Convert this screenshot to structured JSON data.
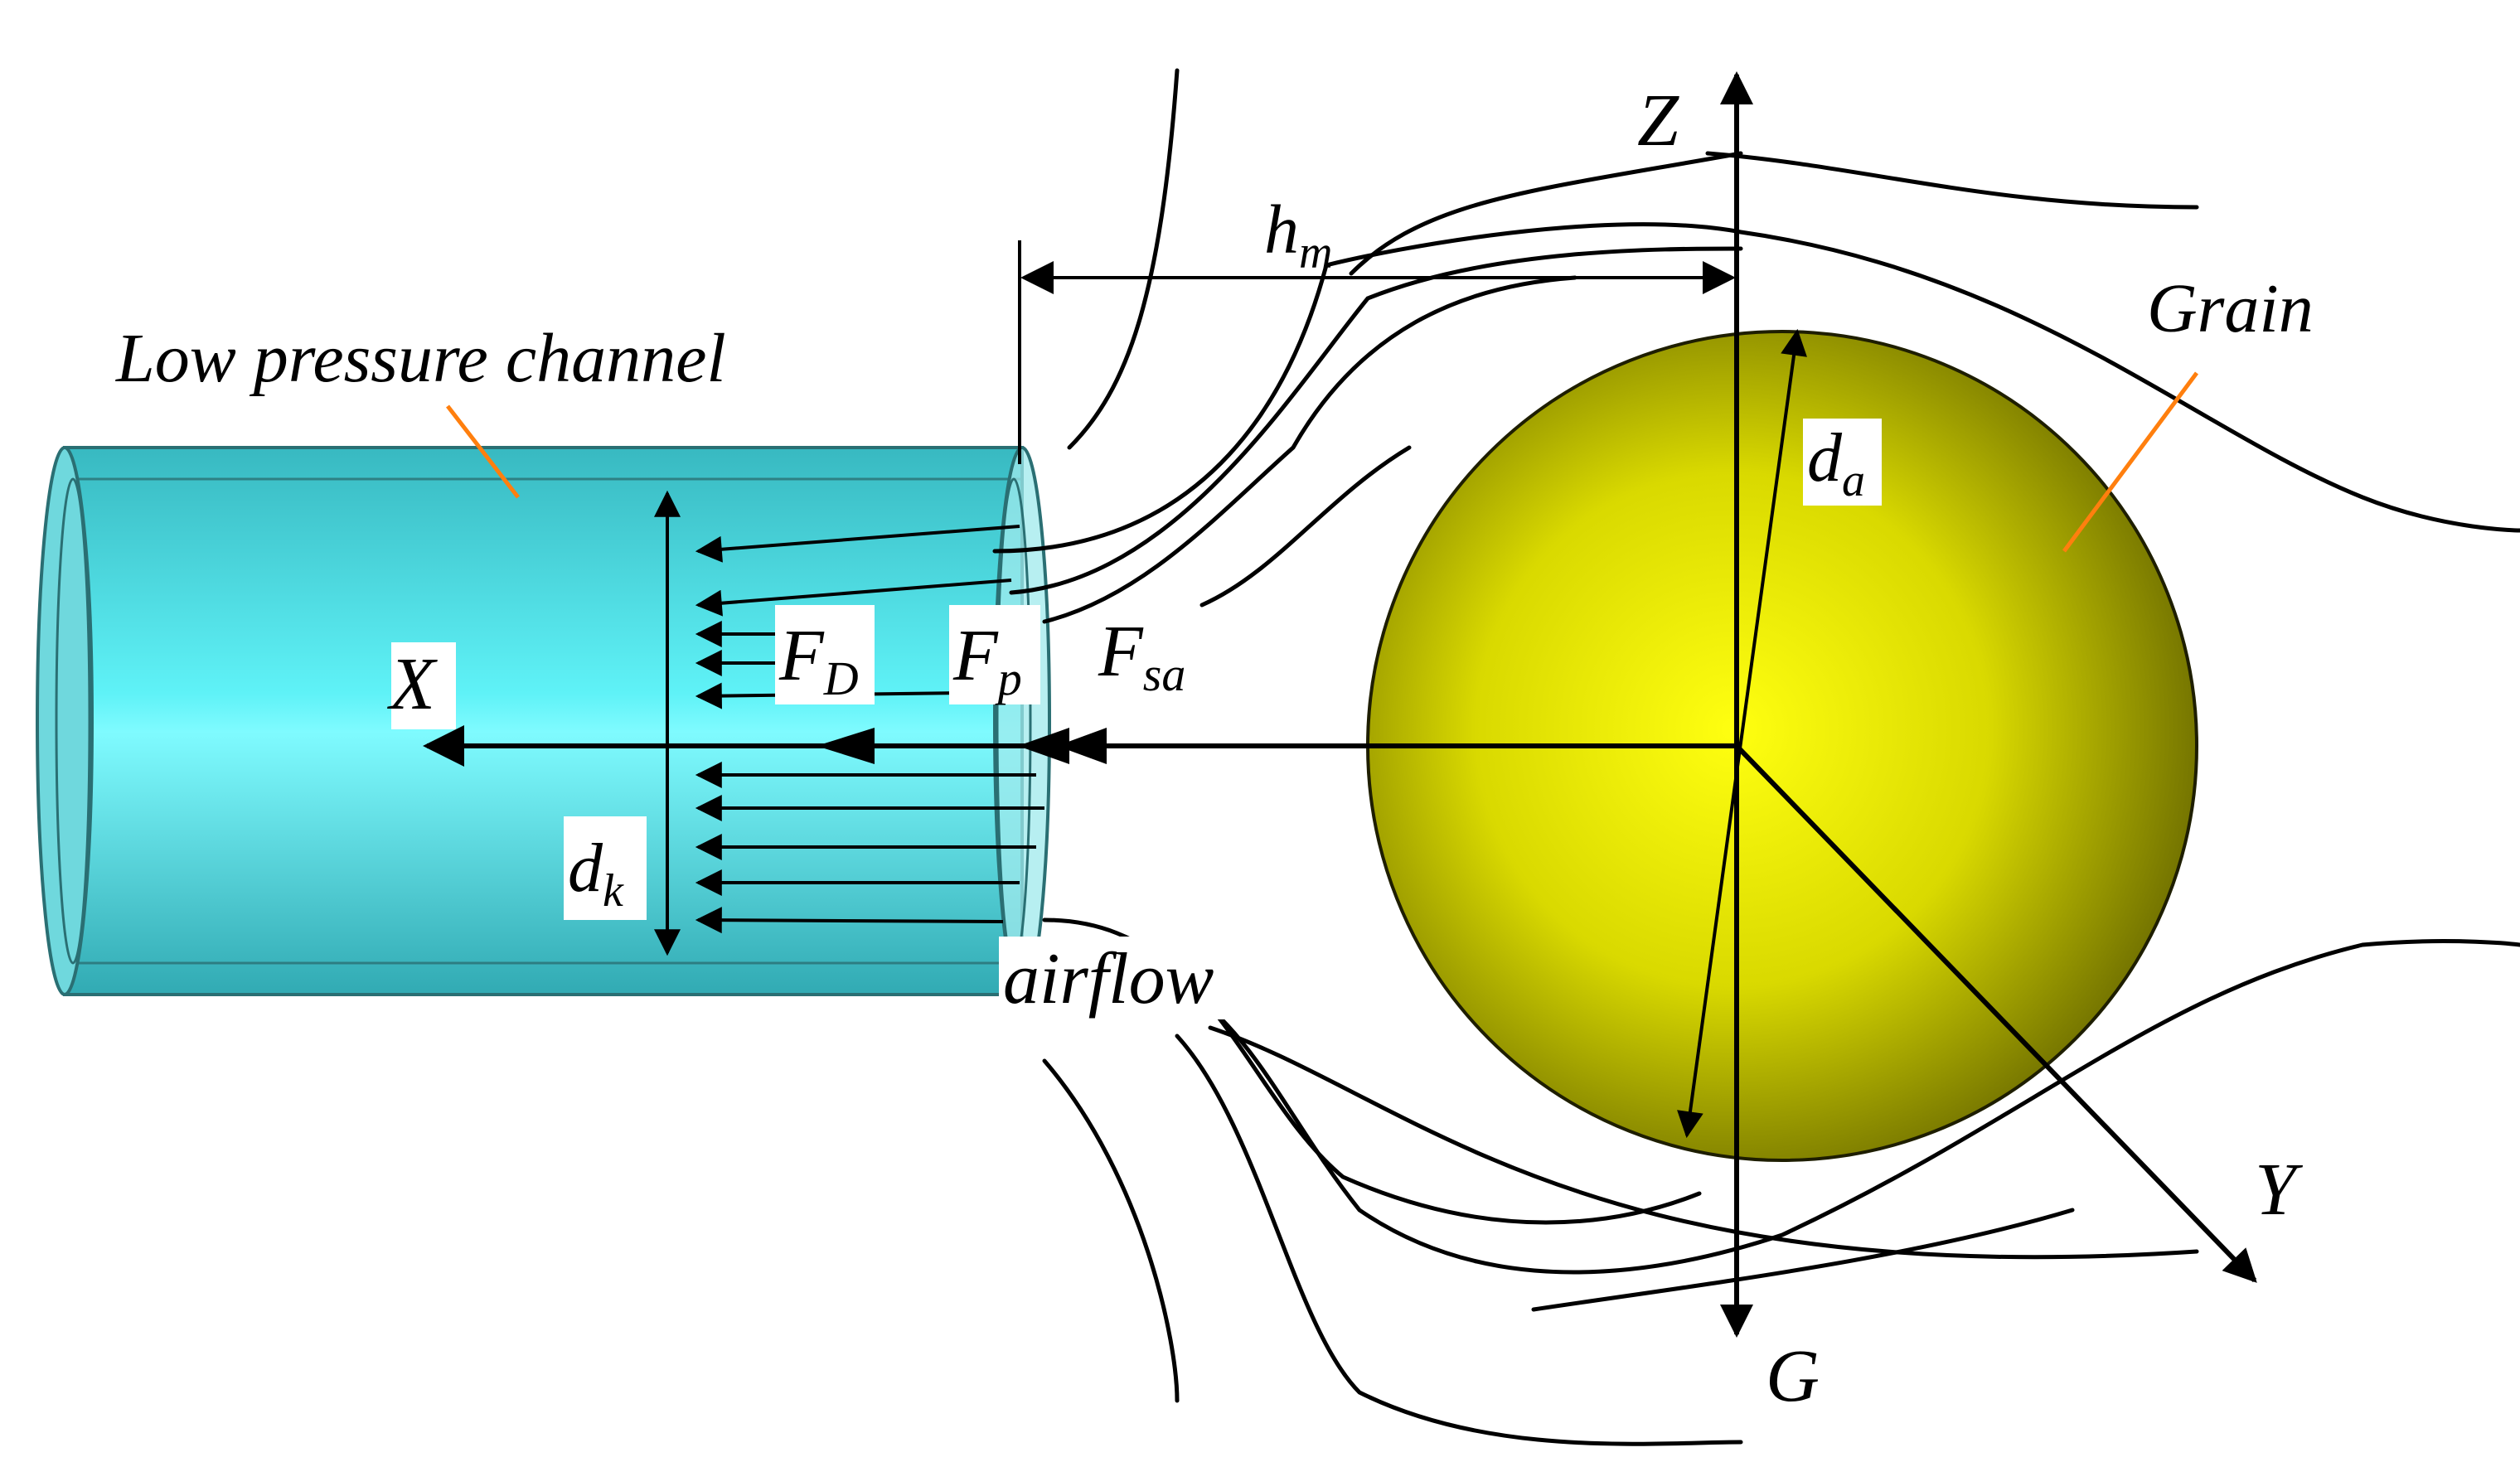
{
  "labels": {
    "channel": "Low pressure channel",
    "grain": "Grain",
    "hm_main": "h",
    "hm_sub": "m",
    "da_main": "d",
    "da_sub": "a",
    "dk_main": "d",
    "dk_sub": "k",
    "fd_main": "F",
    "fd_sub": "D",
    "fp_main": "F",
    "fp_sub": "p",
    "fsa_main": "F",
    "fsa_sub": "sa",
    "airflow": "airflow",
    "axis_x": "X",
    "axis_y": "Y",
    "axis_z": "Z",
    "axis_g": "G"
  },
  "colors": {
    "channel": "#3fd6dd",
    "grain": "#e0e000",
    "leader": "#ff7f0e"
  }
}
